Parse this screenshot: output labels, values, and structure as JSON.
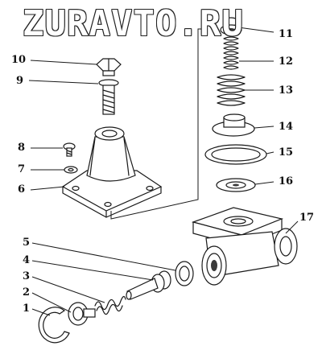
{
  "watermark": "ZURAVTO.RU",
  "callouts": {
    "c1": "1",
    "c2": "2",
    "c3": "3",
    "c4": "4",
    "c5": "5",
    "c6": "6",
    "c7": "7",
    "c8": "8",
    "c9": "9",
    "c10": "10",
    "c11": "11",
    "c12": "12",
    "c13": "13",
    "c14": "14",
    "c15": "15",
    "c16": "16",
    "c17": "17"
  }
}
